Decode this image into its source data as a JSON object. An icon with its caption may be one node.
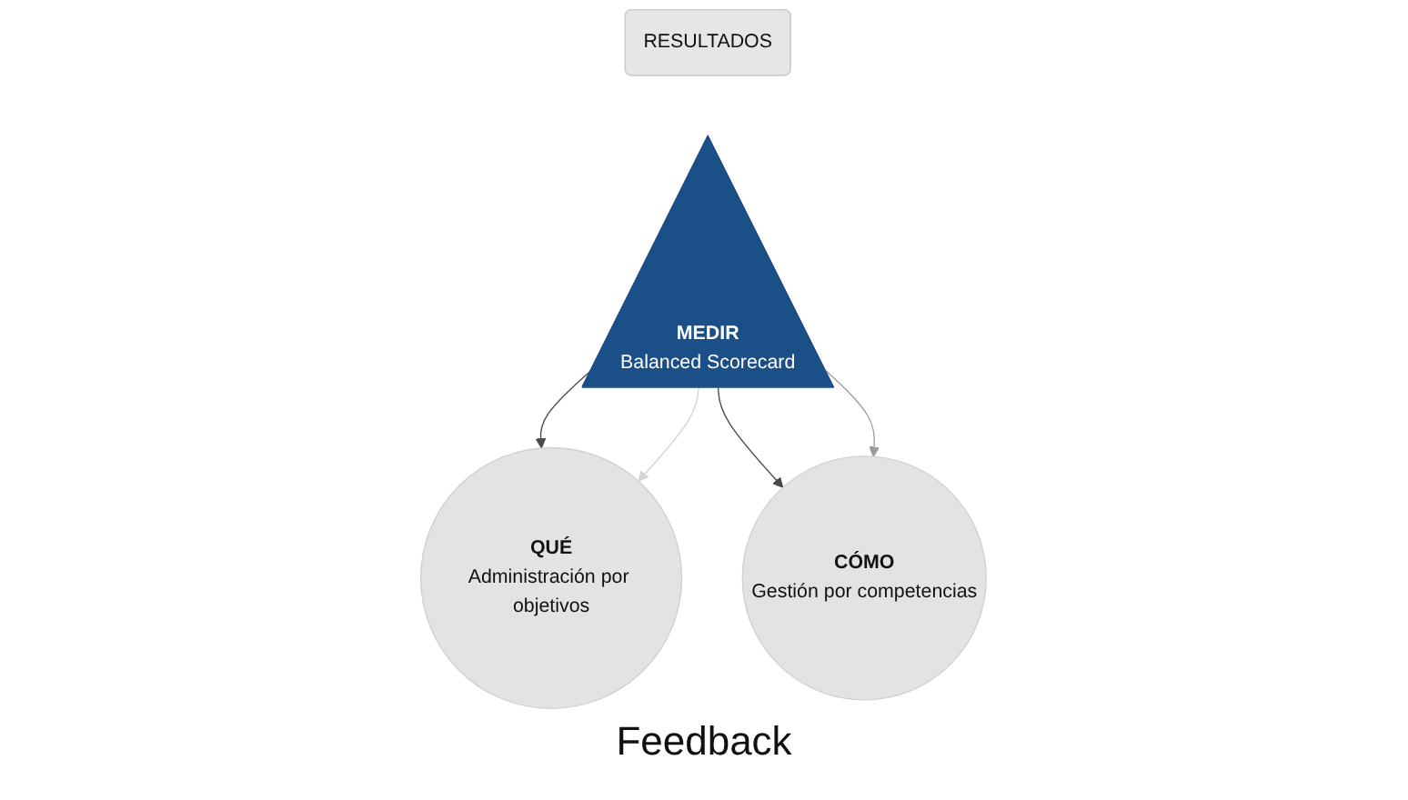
{
  "diagram": {
    "nodes": [
      {
        "text": [
          "RESULTADOS"
        ]
      },
      {
        "text": [
          "MEDIR",
          "Balanced Scorecard"
        ]
      },
      {
        "text": [
          "QUÉ",
          "Administración por objetivos"
        ]
      },
      {
        "text": [
          "CÓMO",
          "Gestión por competencias"
        ]
      }
    ],
    "edges": [
      {
        "from": 1,
        "to": 2,
        "arrow": "to"
      },
      {
        "from": 1,
        "to": 3,
        "arrow": "to"
      },
      {
        "from": 1,
        "to": 2,
        "arrow": "to",
        "color": "#d4d4d4"
      },
      {
        "from": 1,
        "to": 3,
        "arrow": "to",
        "color": "#9c9c9c"
      }
    ],
    "labels": [
      "Feedback"
    ]
  }
}
